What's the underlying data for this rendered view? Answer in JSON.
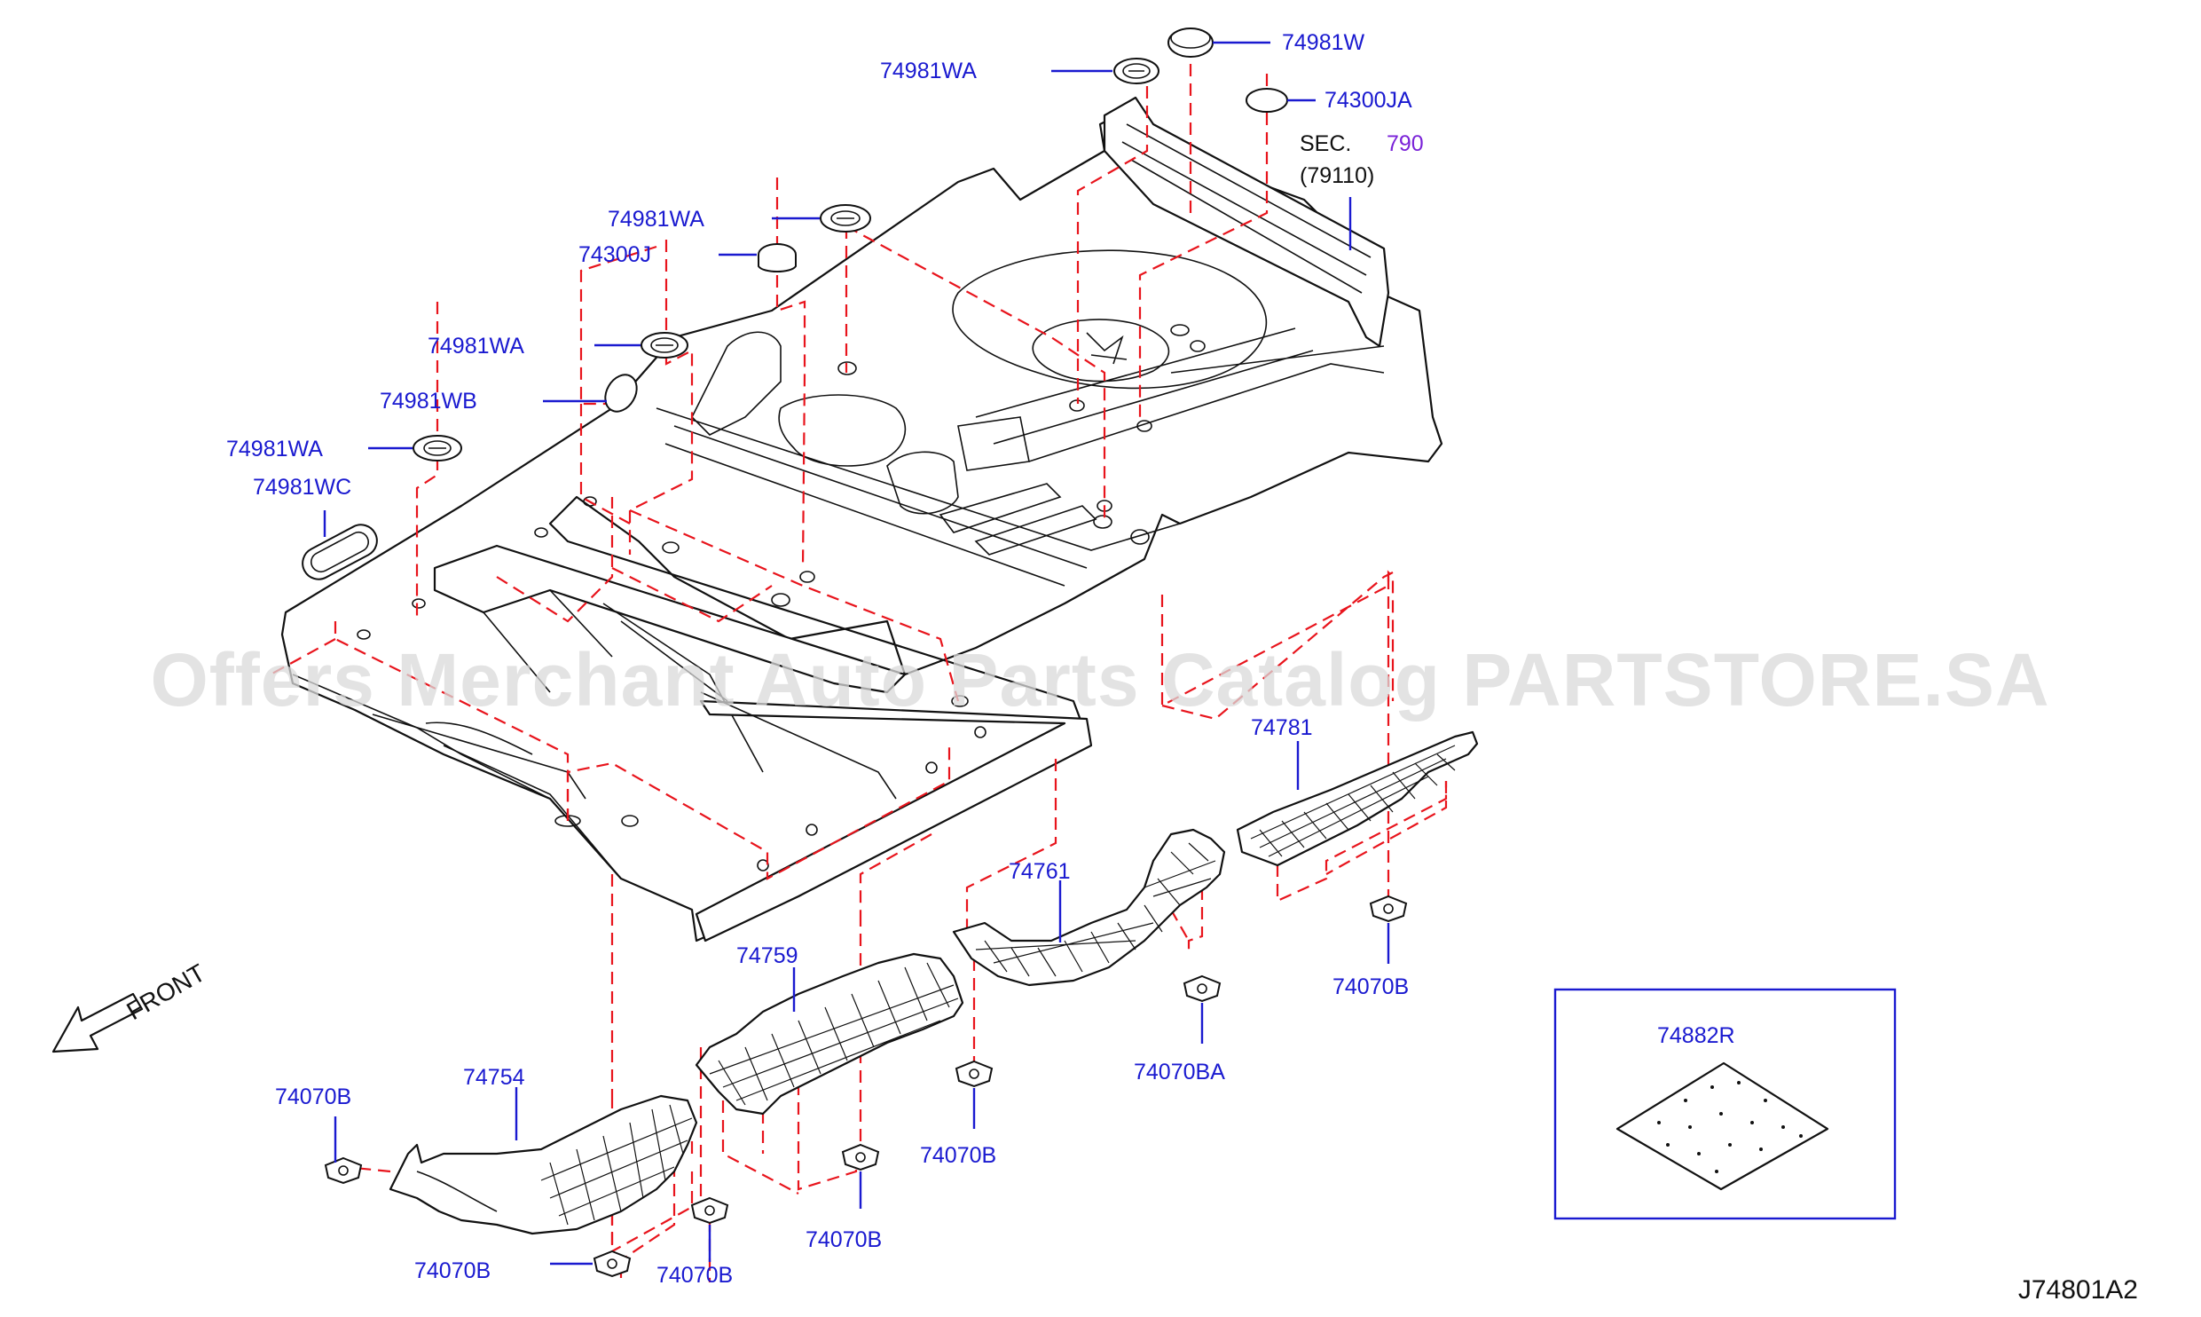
{
  "diagram": {
    "labels": {
      "p74981W": "74981W",
      "p74981WA_1": "74981WA",
      "p74300JA": "74300JA",
      "sec_prefix": "SEC.",
      "sec_number": "790",
      "sec_ref": "(79110)",
      "p74981WA_2": "74981WA",
      "p74300J": "74300J",
      "p74981WA_3": "74981WA",
      "p74981WB": "74981WB",
      "p74981WA_4": "74981WA",
      "p74981WC": "74981WC",
      "p74781": "74781",
      "p74761": "74761",
      "p74759": "74759",
      "p74754": "74754",
      "p74070B_1": "74070B",
      "p74070B_2": "74070B",
      "p74070B_3": "74070B",
      "p74070B_4": "74070B",
      "p74070B_5": "74070B",
      "p74070B_6": "74070B",
      "p74070BA": "74070BA",
      "p74882R": "74882R"
    },
    "front_label": "FRONT",
    "watermark": "Offers Merchant Auto Parts Catalog PARTSTORE.SA",
    "diagram_code": "J74801A2",
    "colors": {
      "part_label": "#1a1ad0",
      "section_ref": "#7a22d8",
      "dashed_guide": "#e8141c",
      "line_art": "#111111"
    }
  }
}
